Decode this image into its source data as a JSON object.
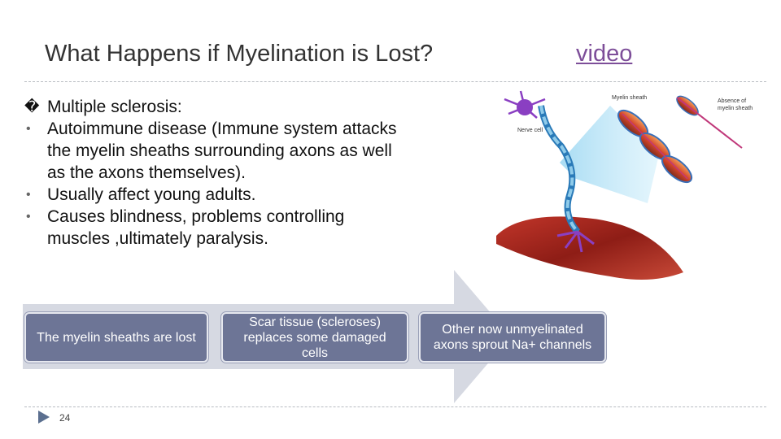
{
  "slide": {
    "title": "What Happens if Myelination is Lost?",
    "video_link": "video",
    "page_number": "24"
  },
  "bullets": {
    "heading_marker": "�",
    "heading": "Multiple sclerosis:",
    "bullet_marker": "•",
    "items": [
      "Autoimmune disease (Immune system attacks the myelin sheaths surrounding axons as well as the axons themselves).",
      "Usually affect young adults.",
      "Causes blindness, problems controlling muscles ,ultimately paralysis."
    ]
  },
  "diagram": {
    "nerve_cell_label": "Nerve cell",
    "myelin_sheath_label": "Myelin sheath",
    "absence_label_1": "Absence of",
    "absence_label_2": "myelin sheath"
  },
  "process": {
    "steps": [
      "The myelin sheaths are lost",
      "Scar tissue (scleroses) replaces some damaged cells",
      "Other now unmyelinated axons sprout Na+ channels"
    ]
  },
  "colors": {
    "link": "#7d4e99",
    "box_fill": "#6d7596",
    "arrow_band": "#d6d9e2",
    "footer_arrow": "#5b6f8f"
  }
}
